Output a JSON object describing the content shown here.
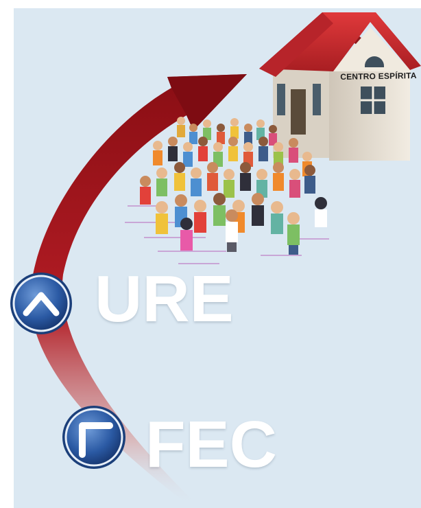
{
  "house": {
    "sign": "CENTRO ESPÍRITA"
  },
  "levels": {
    "ure": {
      "label": "URE"
    },
    "fec": {
      "label": "FEC"
    }
  },
  "colors": {
    "background": "#dbe8f2",
    "arrow": "#a0141c",
    "roof": "#cf2a2e",
    "wall": "#ebe4d8",
    "badge": "#2d5fa8"
  },
  "icons": [
    "curved-arrow-icon",
    "house-icon",
    "crowd-icon",
    "chevron-up-badge-icon",
    "corner-badge-icon"
  ]
}
